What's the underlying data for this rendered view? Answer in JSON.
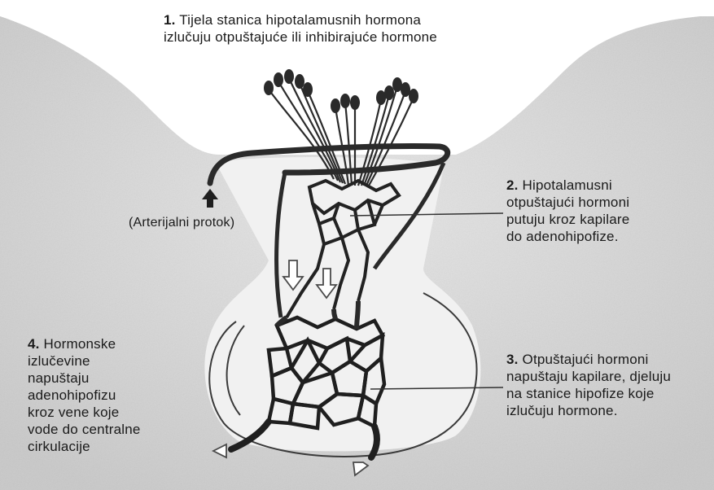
{
  "title": {
    "number": "1.",
    "lines": [
      "Tijela stanica hipotalamusnih hormona",
      "izlučuju otpuštajuće ili inhibirajuće hormone"
    ]
  },
  "callouts": [
    {
      "number": "2.",
      "lines": [
        "Hipotalamusni",
        "otpuštajući hormoni",
        "putuju kroz kapilare",
        "do adenohipofize."
      ]
    },
    {
      "number": "3.",
      "lines": [
        "Otpuštajući hormoni",
        "napuštaju kapilare, djeluju",
        "na stanice hipofize koje",
        "izlučuju hormone."
      ]
    },
    {
      "number": "4.",
      "lines": [
        "Hormonske",
        "izlučevine",
        "napuštaju",
        "adenohipofizu",
        "kroz vene koje",
        "vode do centralne",
        "cirkulacije"
      ]
    }
  ],
  "arterial_label": "(Arterijalni protok)",
  "colors": {
    "ink": "#1a1a1a",
    "tissue": "#dcdcdc",
    "vessel": "#2a2a2a",
    "paper": "#ffffff"
  }
}
